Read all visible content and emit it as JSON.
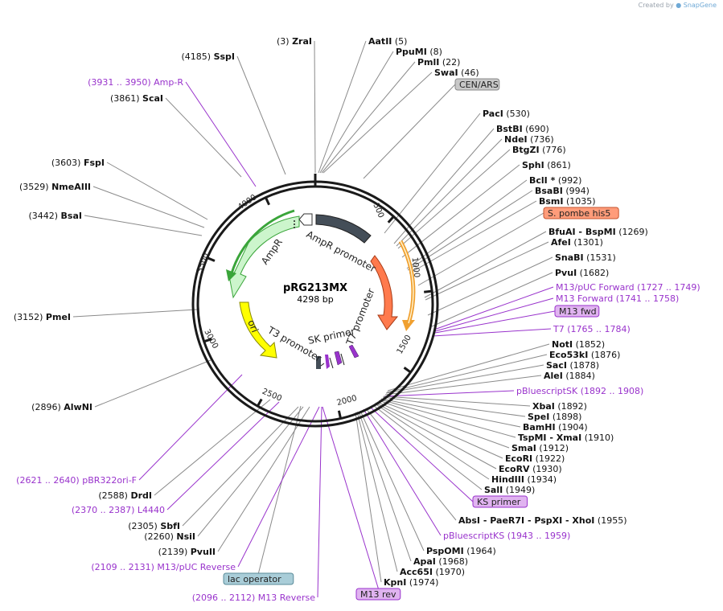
{
  "credit": {
    "created_by": "Created by",
    "brand": "SnapGene"
  },
  "plasmid": {
    "name": "pRG213MX",
    "size": "4298 bp"
  },
  "colors": {
    "backbone": "#1a1a1a",
    "purple": "#9933cc",
    "ampr": "#ccf5cc",
    "ampr_edge": "#3aa53a",
    "ori": "#ffff00",
    "t7_promoter": "#ff7a4d",
    "ampr_promoter": "#444e58",
    "his5_arc": "#f0a030",
    "cenars_fill": "#c8c8c8",
    "his5_fill": "#ff9c7a",
    "primer_fill": "#e0b3f0",
    "lacop_fill": "#a9cdd8"
  },
  "ticks": [
    "500",
    "1000",
    "1500",
    "2000",
    "2500",
    "3000",
    "3500",
    "4000"
  ],
  "features": {
    "ampr_promoter": "AmpR promoter",
    "t7_promoter": "T7 promoter",
    "sk_primer": "SK primer",
    "t3_promoter": "T3 promoter",
    "ori": "ori",
    "ampr": "AmpR"
  },
  "labels": [
    {
      "pre": "(3)",
      "name": "ZraI",
      "post": "",
      "color": "black"
    },
    {
      "pre": "",
      "name": "AatII",
      "post": "(5)",
      "color": "black"
    },
    {
      "pre": "",
      "name": "PpuMI",
      "post": "(8)",
      "color": "black"
    },
    {
      "pre": "",
      "name": "PmlI",
      "post": "(22)",
      "color": "black"
    },
    {
      "pre": "",
      "name": "SwaI",
      "post": "(46)",
      "color": "black"
    },
    {
      "pre": "",
      "name": "CEN/ARS",
      "post": "",
      "color": "box",
      "box": "gray"
    },
    {
      "pre": "",
      "name": "PacI",
      "post": "(530)",
      "color": "black"
    },
    {
      "pre": "",
      "name": "BstBI",
      "post": "(690)",
      "color": "black"
    },
    {
      "pre": "",
      "name": "NdeI",
      "post": "(736)",
      "color": "black"
    },
    {
      "pre": "",
      "name": "BtgZI",
      "post": "(776)",
      "color": "black"
    },
    {
      "pre": "",
      "name": "SphI",
      "post": "(861)",
      "color": "black"
    },
    {
      "pre": "",
      "name": "BclI *",
      "post": "(992)",
      "color": "black"
    },
    {
      "pre": "",
      "name": "BsaBI",
      "post": "(994)",
      "color": "black"
    },
    {
      "pre": "",
      "name": "BsmI",
      "post": "(1035)",
      "color": "black"
    },
    {
      "pre": "",
      "name": "S. pombe his5",
      "post": "",
      "color": "box",
      "box": "salmon"
    },
    {
      "pre": "",
      "name": "BfuAI  - BspMI",
      "post": "(1269)",
      "color": "black"
    },
    {
      "pre": "",
      "name": "AfeI",
      "post": "(1301)",
      "color": "black"
    },
    {
      "pre": "",
      "name": "SnaBI",
      "post": "(1531)",
      "color": "black"
    },
    {
      "pre": "",
      "name": "PvuI",
      "post": "(1682)",
      "color": "black"
    },
    {
      "pre": "",
      "name": "M13/pUC Forward",
      "post": "(1727 .. 1749)",
      "color": "purple"
    },
    {
      "pre": "",
      "name": "M13 Forward",
      "post": "(1741 .. 1758)",
      "color": "purple"
    },
    {
      "pre": "",
      "name": "M13 fwd",
      "post": "",
      "color": "box",
      "box": "purple"
    },
    {
      "pre": "",
      "name": "T7",
      "post": "(1765 .. 1784)",
      "color": "purple"
    },
    {
      "pre": "",
      "name": "NotI",
      "post": "(1852)",
      "color": "black"
    },
    {
      "pre": "",
      "name": "Eco53kI",
      "post": "(1876)",
      "color": "black"
    },
    {
      "pre": "",
      "name": "SacI",
      "post": "(1878)",
      "color": "black"
    },
    {
      "pre": "",
      "name": "AleI",
      "post": "(1884)",
      "color": "black"
    },
    {
      "pre": "",
      "name": "pBluescriptSK",
      "post": "(1892 .. 1908)",
      "color": "purple"
    },
    {
      "pre": "",
      "name": "XbaI",
      "post": "(1892)",
      "color": "black"
    },
    {
      "pre": "",
      "name": "SpeI",
      "post": "(1898)",
      "color": "black"
    },
    {
      "pre": "",
      "name": "BamHI",
      "post": "(1904)",
      "color": "black"
    },
    {
      "pre": "",
      "name": "TspMI  - XmaI",
      "post": "(1910)",
      "color": "black"
    },
    {
      "pre": "",
      "name": "SmaI",
      "post": "(1912)",
      "color": "black"
    },
    {
      "pre": "",
      "name": "EcoRI",
      "post": "(1922)",
      "color": "black"
    },
    {
      "pre": "",
      "name": "EcoRV",
      "post": "(1930)",
      "color": "black"
    },
    {
      "pre": "",
      "name": "HindIII",
      "post": "(1934)",
      "color": "black"
    },
    {
      "pre": "",
      "name": "SalI",
      "post": "(1949)",
      "color": "black"
    },
    {
      "pre": "",
      "name": "KS primer",
      "post": "",
      "color": "box",
      "box": "purple"
    },
    {
      "pre": "",
      "name": "AbsI  - PaeR7I  - PspXI  - XhoI",
      "post": "(1955)",
      "color": "black"
    },
    {
      "pre": "",
      "name": "pBluescriptKS",
      "post": "(1943 .. 1959)",
      "color": "purple"
    },
    {
      "pre": "",
      "name": "PspOMI",
      "post": "(1964)",
      "color": "black"
    },
    {
      "pre": "",
      "name": "ApaI",
      "post": "(1968)",
      "color": "black"
    },
    {
      "pre": "",
      "name": "Acc65I",
      "post": "(1970)",
      "color": "black"
    },
    {
      "pre": "",
      "name": "KpnI",
      "post": "(1974)",
      "color": "black"
    },
    {
      "pre": "",
      "name": "M13 rev",
      "post": "",
      "color": "box",
      "box": "purple"
    },
    {
      "pre": "(2096 .. 2112)",
      "name": "M13 Reverse",
      "post": "",
      "color": "purple"
    },
    {
      "pre": "",
      "name": "lac operator",
      "post": "",
      "color": "box",
      "box": "teal"
    },
    {
      "pre": "(2109 .. 2131)",
      "name": "M13/pUC Reverse",
      "post": "",
      "color": "purple"
    },
    {
      "pre": "(2139)",
      "name": "PvuII",
      "post": "",
      "color": "black"
    },
    {
      "pre": "(2260)",
      "name": "NsiI",
      "post": "",
      "color": "black"
    },
    {
      "pre": "(2305)",
      "name": "SbfI",
      "post": "",
      "color": "black"
    },
    {
      "pre": "(2370 .. 2387)",
      "name": "L4440",
      "post": "",
      "color": "purple"
    },
    {
      "pre": "(2588)",
      "name": "DrdI",
      "post": "",
      "color": "black"
    },
    {
      "pre": "(2621 .. 2640)",
      "name": "pBR322ori-F",
      "post": "",
      "color": "purple"
    },
    {
      "pre": "(2896)",
      "name": "AlwNI",
      "post": "",
      "color": "black"
    },
    {
      "pre": "(3152)",
      "name": "PmeI",
      "post": "",
      "color": "black"
    },
    {
      "pre": "(3442)",
      "name": "BsaI",
      "post": "",
      "color": "black"
    },
    {
      "pre": "(3529)",
      "name": "NmeAIII",
      "post": "",
      "color": "black"
    },
    {
      "pre": "(3603)",
      "name": "FspI",
      "post": "",
      "color": "black"
    },
    {
      "pre": "(3861)",
      "name": "ScaI",
      "post": "",
      "color": "black"
    },
    {
      "pre": "(3931 .. 3950)",
      "name": "Amp-R",
      "post": "",
      "color": "purple"
    },
    {
      "pre": "(4185)",
      "name": "SspI",
      "post": "",
      "color": "black"
    }
  ]
}
